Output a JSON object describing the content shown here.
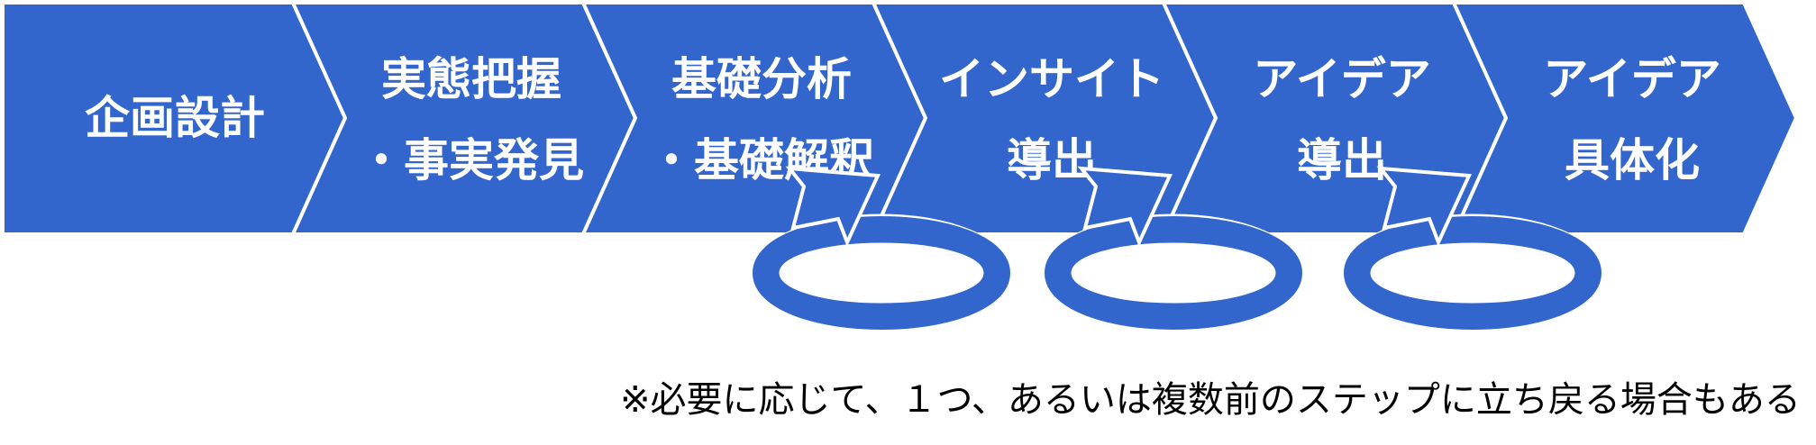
{
  "colors": {
    "step_fill": "#3366cc",
    "step_text": "#ffffff",
    "loop_arrow": "#3366cc",
    "note_text": "#000000"
  },
  "steps": [
    {
      "lines": [
        "企画設計"
      ]
    },
    {
      "lines": [
        "実態把握",
        "・事実発見"
      ]
    },
    {
      "lines": [
        "基礎分析",
        "・基礎解釈"
      ]
    },
    {
      "lines": [
        "インサイト",
        "導出"
      ]
    },
    {
      "lines": [
        "アイデア",
        "導出"
      ]
    },
    {
      "lines": [
        "アイデア",
        "具体化"
      ]
    }
  ],
  "loops": [
    {
      "name": "loop-arrow-1",
      "icon": "circular-return-arrow-icon"
    },
    {
      "name": "loop-arrow-2",
      "icon": "circular-return-arrow-icon"
    },
    {
      "name": "loop-arrow-3",
      "icon": "circular-return-arrow-icon"
    }
  ],
  "note": {
    "text": "※必要に応じて、１つ、あるいは複数前のステップに立ち戻る場合もある"
  }
}
